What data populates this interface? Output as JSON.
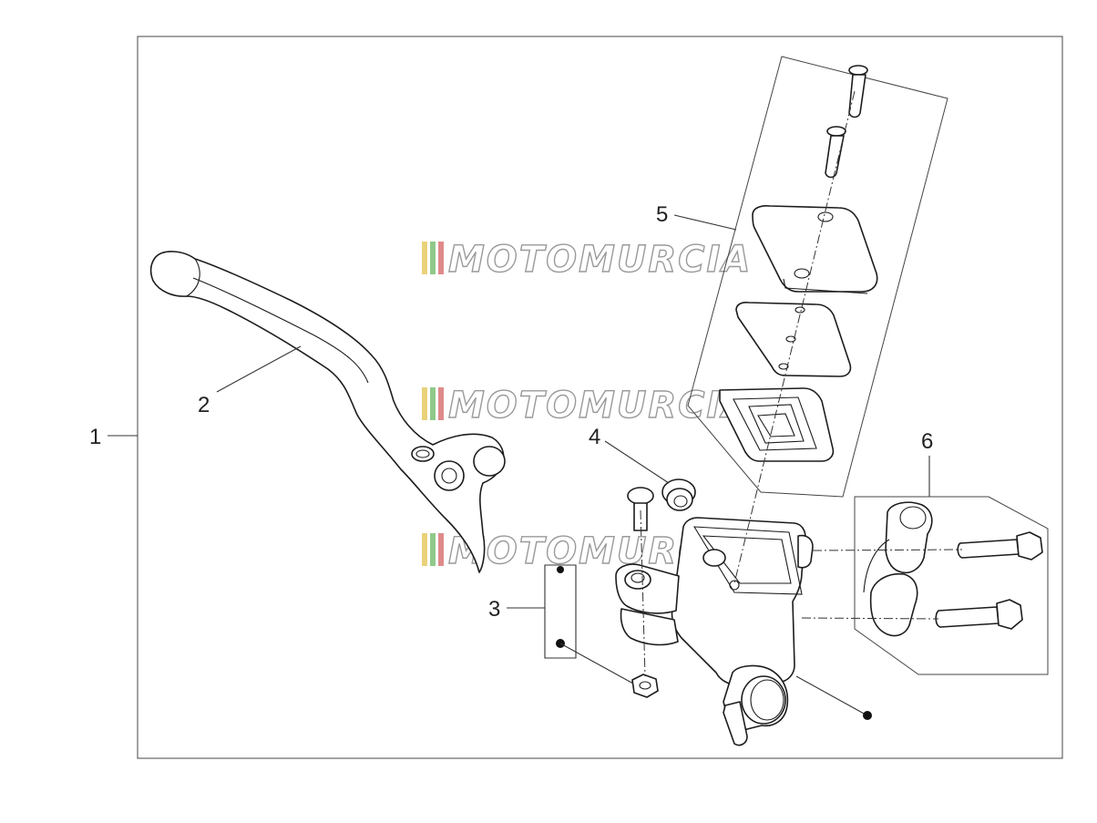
{
  "diagram": {
    "callouts": {
      "c1": "1",
      "c2": "2",
      "c3": "3",
      "c4": "4",
      "c5": "5",
      "c6": "6"
    },
    "watermark": {
      "text": "MOTOMURCIA",
      "stripe_colors": [
        "#e9d27a",
        "#8fc98a",
        "#e08a8a"
      ]
    },
    "colors": {
      "line": "#1c1c1c",
      "frame": "#444444",
      "background": "#ffffff"
    }
  }
}
